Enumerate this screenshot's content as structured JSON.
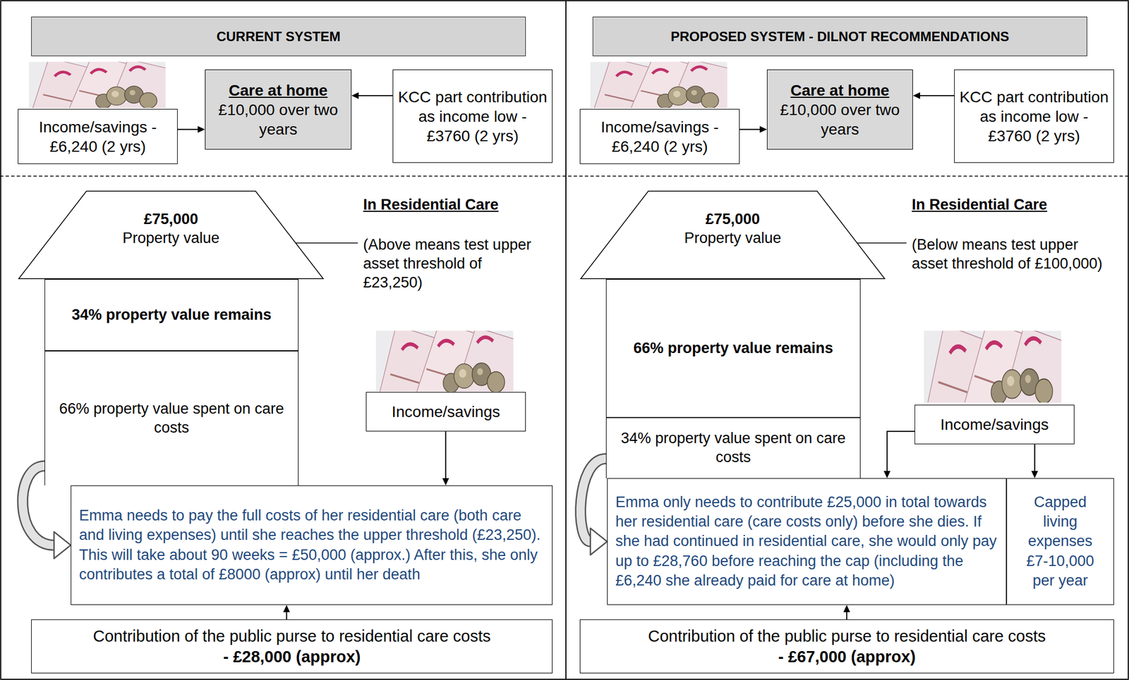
{
  "diagram": {
    "nodes": [
      {
        "text": [
          "CURRENT SYSTEM"
        ]
      },
      {
        "text": [
          "Income/savings - £6,240 (2 yrs)"
        ]
      },
      {
        "text": [
          "Care at home",
          "£10,000 over two years"
        ]
      },
      {
        "text": [
          "KCC part contribution as income low - £3760 (2 yrs)"
        ]
      },
      {
        "text": [
          "£75,000",
          "Property value"
        ]
      },
      {
        "text": [
          "34% property value remains"
        ]
      },
      {
        "text": [
          "66% property value spent on care costs"
        ]
      },
      {
        "text": [
          "Income/savings"
        ]
      },
      {
        "text": [
          "Emma needs to pay the full costs of her residential care (both care and living expenses) until she reaches the upper threshold (£23,250). This will take about 90 weeks = £50,000 (approx.) After this, she only contributes a total of £8000 (approx) until her death"
        ]
      },
      {
        "text": [
          "Contribution of the public purse to residential care costs",
          "- £28,000 (approx)"
        ]
      },
      {
        "text": [
          "PROPOSED SYSTEM - DILNOT RECOMMENDATIONS"
        ]
      },
      {
        "text": [
          "Income/savings - £6,240 (2 yrs)"
        ]
      },
      {
        "text": [
          "Care at home",
          "£10,000 over two years"
        ]
      },
      {
        "text": [
          "KCC part contribution as income low - £3760 (2 yrs)"
        ]
      },
      {
        "text": [
          "£75,000",
          "Property value"
        ]
      },
      {
        "text": [
          "66% property value remains"
        ]
      },
      {
        "text": [
          "34% property value spent on care costs"
        ]
      },
      {
        "text": [
          "Income/savings"
        ]
      },
      {
        "text": [
          "Emma only needs to contribute £25,000 in total towards her residential care (care costs only) before she dies. If she had continued in residential care, she would only pay up to £28,760 before reaching the cap (including the £6,240 she already paid for care at home)"
        ]
      },
      {
        "text": [
          "Capped living expenses £7-10,000 per year"
        ]
      },
      {
        "text": [
          "Contribution of the public purse to residential care costs",
          "- £67,000 (approx)"
        ]
      }
    ],
    "edges": [
      {
        "from": 1,
        "to": 2,
        "arrow": "to"
      },
      {
        "from": 3,
        "to": 2,
        "arrow": "to"
      },
      {
        "from": 7,
        "to": 8,
        "arrow": "to"
      },
      {
        "from": 6,
        "to": 8,
        "arrow": "to"
      },
      {
        "from": 9,
        "to": 8,
        "arrow": "to"
      },
      {
        "from": 11,
        "to": 12,
        "arrow": "to"
      },
      {
        "from": 13,
        "to": 12,
        "arrow": "to"
      },
      {
        "from": 17,
        "to": 18,
        "arrow": "to"
      },
      {
        "from": 17,
        "to": 19,
        "arrow": "to"
      },
      {
        "from": 16,
        "to": 18,
        "arrow": "to"
      },
      {
        "from": 20,
        "to": 18,
        "arrow": "to"
      }
    ],
    "labels": [
      "In Residential Care",
      "(Above means test upper asset threshold of £23,250)",
      "In Residential Care",
      "(Below means test upper asset threshold of £100,000)"
    ]
  }
}
